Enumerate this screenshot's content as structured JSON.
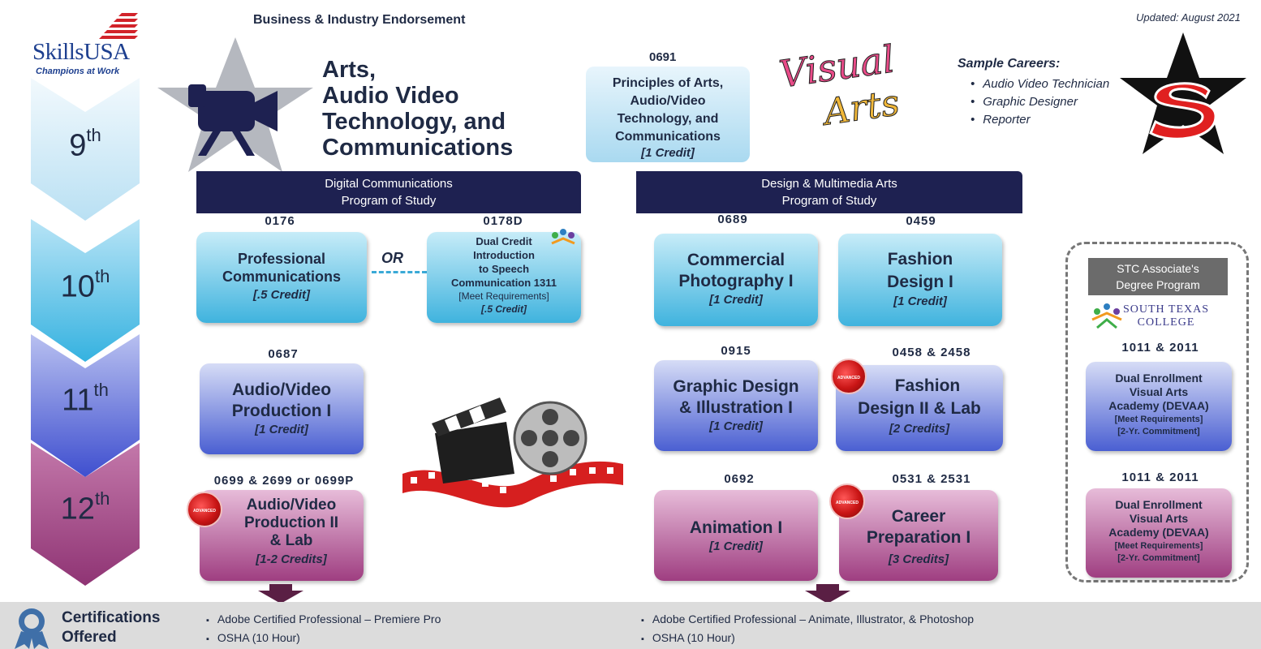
{
  "logo": {
    "name": "SkillsUSA",
    "tagline": "Champions at Work"
  },
  "header": {
    "endorsement": "Business & Industry Endorsement",
    "cluster_title": [
      "Arts,",
      "Audio Video",
      "Technology, and",
      "Communications"
    ],
    "updated": "Updated: August 2021"
  },
  "grades": {
    "g9": {
      "num": "9",
      "sup": "th"
    },
    "g10": {
      "num": "10",
      "sup": "th"
    },
    "g11": {
      "num": "11",
      "sup": "th"
    },
    "g12": {
      "num": "12",
      "sup": "th"
    }
  },
  "principles": {
    "code": "0691",
    "title_lines": [
      "Principles of Arts,",
      "Audio/Video",
      "Technology, and",
      "Communications"
    ],
    "credit": "[1 Credit]"
  },
  "careers": {
    "title": "Sample Careers:",
    "items": [
      "Audio Video Technician",
      "Graphic Designer",
      "Reporter"
    ]
  },
  "graphics": {
    "visual_arts": "Visual Arts"
  },
  "programs": {
    "digital": {
      "line1": "Digital Communications",
      "line2": "Program of Study"
    },
    "design": {
      "line1": "Design & Multimedia Arts",
      "line2": "Program of Study"
    }
  },
  "courses": {
    "c0176": {
      "code": "0176",
      "t1": "Professional",
      "t2": "Communications",
      "credit": "[.5 Credit]"
    },
    "or_label": "OR",
    "c0178d": {
      "code": "0178D",
      "l1": "Dual Credit",
      "l2": "Introduction",
      "l3": "to Speech",
      "l4": "Communication 1311",
      "l5": "[Meet Requirements]",
      "credit": "[.5 Credit]"
    },
    "c0689": {
      "code": "0689",
      "t1": "Commercial",
      "t2": "Photography I",
      "credit": "[1 Credit]"
    },
    "c0459": {
      "code": "0459",
      "t1": "Fashion",
      "t2": "Design I",
      "credit": "[1 Credit]"
    },
    "c0687": {
      "code": "0687",
      "t1": "Audio/Video",
      "t2": "Production I",
      "credit": "[1 Credit]"
    },
    "c0915": {
      "code": "0915",
      "t1": "Graphic Design",
      "t2": "& Illustration I",
      "credit": "[1 Credit]"
    },
    "c0458": {
      "code": "0458 & 2458",
      "t1": "Fashion",
      "t2": "Design II & Lab",
      "credit": "[2 Credits]"
    },
    "c0699": {
      "code": "0699 & 2699 or 0699P",
      "t1": "Audio/Video",
      "t2": "Production II",
      "t3": "& Lab",
      "credit": "[1-2 Credits]"
    },
    "c0692": {
      "code": "0692",
      "t1": "Animation I",
      "credit": "[1 Credit]"
    },
    "c0531": {
      "code": "0531 & 2531",
      "t1": "Career",
      "t2": "Preparation I",
      "credit": "[3 Credits]"
    }
  },
  "advanced_badge": "ADVANCED",
  "stc": {
    "head1": "STC Associate's",
    "head2": "Degree Program",
    "logo1": "SOUTH TEXAS",
    "logo2": "COLLEGE",
    "code_a": "1011 & 2011",
    "box_a": {
      "l1": "Dual Enrollment",
      "l2": "Visual Arts",
      "l3": "Academy (DEVAA)",
      "l4": "[Meet Requirements]",
      "l5": "[2-Yr. Commitment]"
    },
    "code_b": "1011 & 2011",
    "box_b": {
      "l1": "Dual Enrollment",
      "l2": "Visual Arts",
      "l3": "Academy (DEVAA)",
      "l4": "[Meet Requirements]",
      "l5": "[2-Yr. Commitment]"
    }
  },
  "certifications": {
    "title1": "Certifications",
    "title2": "Offered",
    "left": [
      "Adobe Certified Professional – Premiere Pro",
      "OSHA (10 Hour)"
    ],
    "right": [
      "Adobe Certified Professional – Animate, Illustrator, & Photoshop",
      "OSHA (10 Hour)"
    ]
  },
  "colors": {
    "navy": "#1e2151",
    "cyan_box": "#3fb3de",
    "blue_box": "#4a5fd2",
    "plum_box": "#9f3e81",
    "advanced_red": "#c91515"
  }
}
